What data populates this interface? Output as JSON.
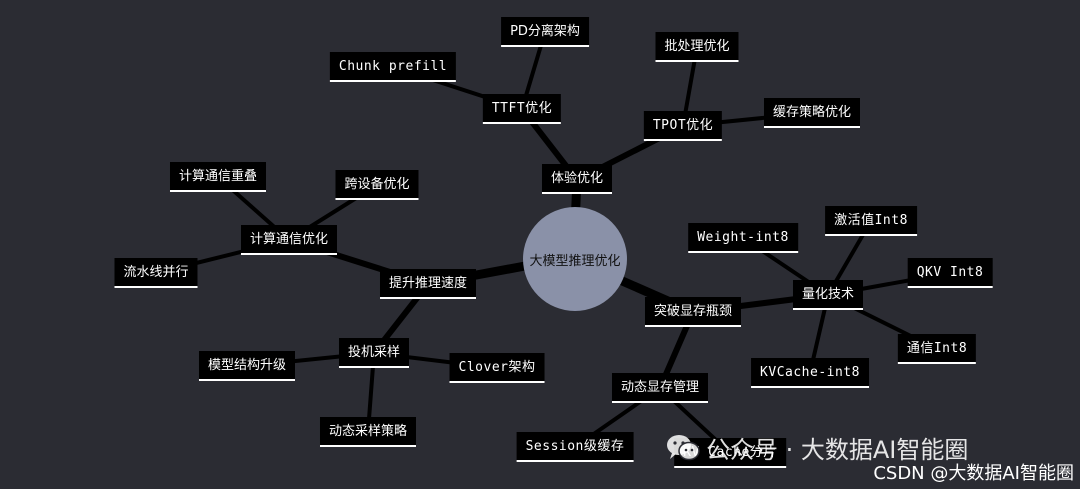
{
  "mindmap": {
    "root": "大模型推理优化",
    "nodes": {
      "tiyan": "体验优化",
      "ttft": "TTFT优化",
      "pd": "PD分离架构",
      "chunk": "Chunk prefill",
      "tpot": "TPOT优化",
      "pichuli": "批处理优化",
      "huancun": "缓存策略优化",
      "tisheng": "提升推理速度",
      "jisuan_tongxin": "计算通信优化",
      "chongdie": "计算通信重叠",
      "kuashebei": "跨设备优化",
      "liushui": "流水线并行",
      "touji": "投机采样",
      "moxing": "模型结构升级",
      "clover": "Clover架构",
      "dongtai_caiyang": "动态采样策略",
      "tupo": "突破显存瓶颈",
      "lianghua": "量化技术",
      "weight": "Weight-int8",
      "jihuo": "激活值Int8",
      "qkv": "QKV Int8",
      "tongxin": "通信Int8",
      "kvcache_int8": "KVCache-int8",
      "dongtai_guanli": "动态显存管理",
      "session": "Session级缓存",
      "kvcache_fenpian": "KV Cache分片"
    }
  },
  "watermark": {
    "text": "公众号 · 大数据AI智能圈",
    "icon": "wechat-icon"
  },
  "credit": "CSDN @大数据AI智能圈",
  "colors": {
    "background": "#2b2c33",
    "node_fill": "#000000",
    "node_text": "#ffffff",
    "root_fill": "#8a91a8",
    "edge": "#000000"
  }
}
